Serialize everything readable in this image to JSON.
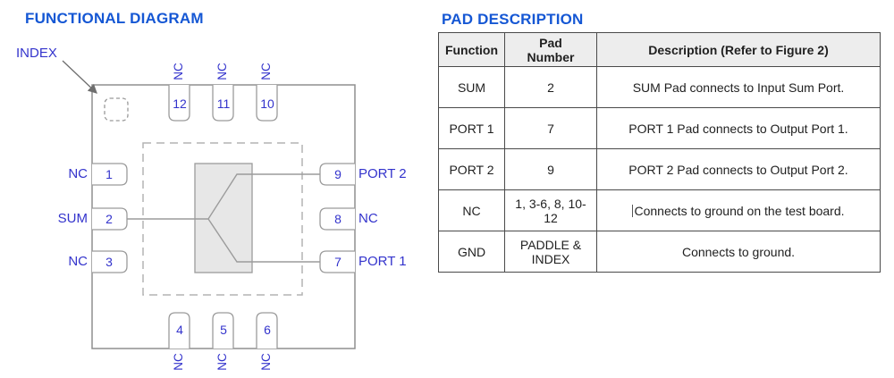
{
  "colors": {
    "accent_blue": "#1557d4",
    "diagram_blue": "#3333cc",
    "line_gray": "#8f8f8f",
    "block_fill": "#e7e7e7",
    "header_bg": "#ededed"
  },
  "functional_diagram": {
    "title": "FUNCTIONAL DIAGRAM",
    "index_label": "INDEX",
    "pins": {
      "top": [
        {
          "number": "12",
          "label": "NC"
        },
        {
          "number": "11",
          "label": "NC"
        },
        {
          "number": "10",
          "label": "NC"
        }
      ],
      "bottom": [
        {
          "number": "4",
          "label": "NC"
        },
        {
          "number": "5",
          "label": "NC"
        },
        {
          "number": "6",
          "label": "NC"
        }
      ],
      "left": [
        {
          "number": "1",
          "label": "NC"
        },
        {
          "number": "2",
          "label": "SUM"
        },
        {
          "number": "3",
          "label": "NC"
        }
      ],
      "right": [
        {
          "number": "9",
          "label": "PORT 2"
        },
        {
          "number": "8",
          "label": "NC"
        },
        {
          "number": "7",
          "label": "PORT 1"
        }
      ]
    }
  },
  "pad_description": {
    "title": "PAD DESCRIPTION",
    "columns": {
      "function": "Function",
      "pad_number": "Pad Number",
      "description": "Description (Refer to Figure 2)"
    },
    "rows": [
      {
        "function": "SUM",
        "pad_number": "2",
        "description": "SUM Pad connects to Input Sum Port."
      },
      {
        "function": "PORT 1",
        "pad_number": "7",
        "description": "PORT 1 Pad connects to Output Port 1."
      },
      {
        "function": "PORT 2",
        "pad_number": "9",
        "description": "PORT 2 Pad connects to Output Port 2."
      },
      {
        "function": "NC",
        "pad_number": "1, 3-6, 8, 10-12",
        "description": "Connects to ground on the test board."
      },
      {
        "function": "GND",
        "pad_number": "PADDLE & INDEX",
        "description": "Connects to ground."
      }
    ]
  }
}
